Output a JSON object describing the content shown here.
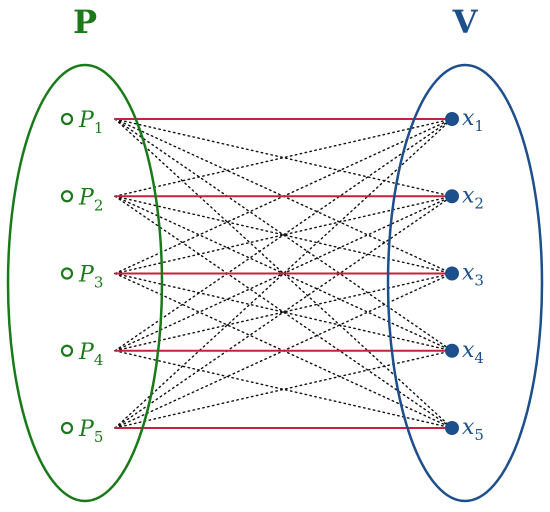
{
  "sets": {
    "left": {
      "label": "P",
      "color": "#1a7a1a"
    },
    "right": {
      "label": "V",
      "color": "#1c4f8c"
    }
  },
  "left_nodes": [
    {
      "name": "P",
      "sub": "1"
    },
    {
      "name": "P",
      "sub": "2"
    },
    {
      "name": "P",
      "sub": "3"
    },
    {
      "name": "P",
      "sub": "4"
    },
    {
      "name": "P",
      "sub": "5"
    }
  ],
  "right_nodes": [
    {
      "name": "x",
      "sub": "1"
    },
    {
      "name": "x",
      "sub": "2"
    },
    {
      "name": "x",
      "sub": "3"
    },
    {
      "name": "x",
      "sub": "4"
    },
    {
      "name": "x",
      "sub": "5"
    }
  ],
  "matching": [
    [
      1,
      1
    ],
    [
      2,
      2
    ],
    [
      3,
      3
    ],
    [
      4,
      4
    ],
    [
      5,
      5
    ]
  ],
  "edges": [
    [
      1,
      2
    ],
    [
      1,
      3
    ],
    [
      1,
      4
    ],
    [
      1,
      5
    ],
    [
      2,
      1
    ],
    [
      2,
      3
    ],
    [
      2,
      4
    ],
    [
      2,
      5
    ],
    [
      3,
      1
    ],
    [
      3,
      2
    ],
    [
      3,
      4
    ],
    [
      3,
      5
    ],
    [
      4,
      1
    ],
    [
      4,
      2
    ],
    [
      4,
      3
    ],
    [
      4,
      5
    ],
    [
      5,
      1
    ],
    [
      5,
      2
    ],
    [
      5,
      3
    ],
    [
      5,
      4
    ]
  ],
  "colors": {
    "matching": "#c8203f",
    "edges": "#111111"
  }
}
